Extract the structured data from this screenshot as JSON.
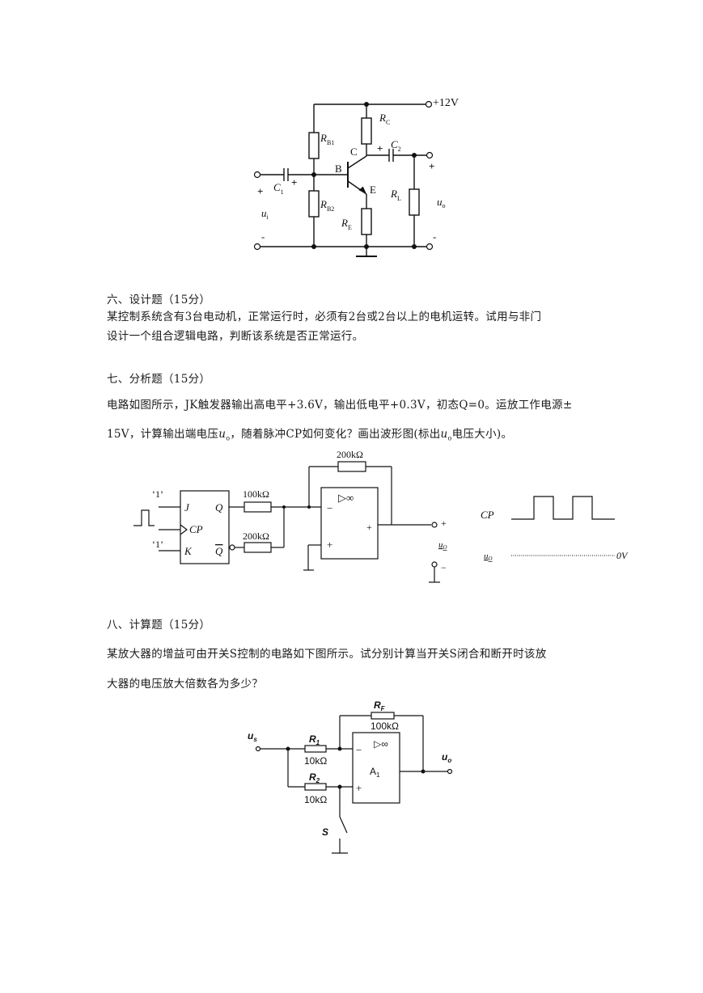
{
  "circuit1": {
    "vcc": "+12V",
    "rc": "R",
    "rc_sub": "C",
    "rb1": "R",
    "rb1_sub": "B1",
    "rb2": "R",
    "rb2_sub": "B2",
    "re": "R",
    "re_sub": "E",
    "rl": "R",
    "rl_sub": "L",
    "c1": "C",
    "c1_sub": "1",
    "c2": "C",
    "c2_sub": "2",
    "node_b": "B",
    "node_c": "C",
    "node_e": "E",
    "ui": "u",
    "ui_sub": "i",
    "uo": "u",
    "uo_sub": "o",
    "plus": "+",
    "minus": "-"
  },
  "section6": {
    "heading": "六、设计题（15分）",
    "line1": "某控制系统含有3台电动机，正常运行时，必须有2台或2台以上的电机运转。试用与非门",
    "line2": "设计一个组合逻辑电路，判断该系统是否正常运行。"
  },
  "section7": {
    "heading": "七、分析题（15分）",
    "line1": "电路如图所示，JK触发器输出高电平+3.6V，输出低电平+0.3V，初态Q=0。运放工作电源±",
    "line2_a": "15V，计算输出端电压",
    "line2_u": "u",
    "line2_sub": "o",
    "line2_b": "，随着脉冲CP如何变化？画出波形图(标出",
    "line2_u2": "u",
    "line2_sub2": "o",
    "line2_c": "电压大小)。"
  },
  "circuit2": {
    "rf": "200kΩ",
    "r1": "100kΩ",
    "r2": "200kΩ",
    "j_in": "‘1’",
    "k_in": "‘1’",
    "j": "J",
    "k": "K",
    "cp": "CP",
    "q": "Q",
    "qbar": "Q",
    "amp": "▷∞",
    "minus": "−",
    "plus": "+",
    "out_plus": "+",
    "out_minus": "−",
    "uo_label": "u",
    "uo_sub": "O",
    "cp_wave_label": "CP",
    "uo_wave_label": "u",
    "uo_wave_sub": "O",
    "zero": "0V"
  },
  "section8": {
    "heading": "八、计算题（15分）",
    "line1": "某放大器的增益可由开关S控制的电路如下图所示。试分别计算当开关S闭合和断开时该放",
    "line2": "大器的电压放大倍数各为多少？"
  },
  "circuit3": {
    "rf": "R",
    "rf_sub": "F",
    "rf_val": "100kΩ",
    "r1": "R",
    "r1_sub": "1",
    "r1_val": "10kΩ",
    "r2": "R",
    "r2_sub": "2",
    "r2_val": "10kΩ",
    "us": "u",
    "us_sub": "s",
    "uo": "u",
    "uo_sub": "o",
    "amp": "▷∞",
    "a1": "A",
    "a1_sub": "1",
    "minus": "−",
    "plus": "+",
    "s": "S"
  }
}
